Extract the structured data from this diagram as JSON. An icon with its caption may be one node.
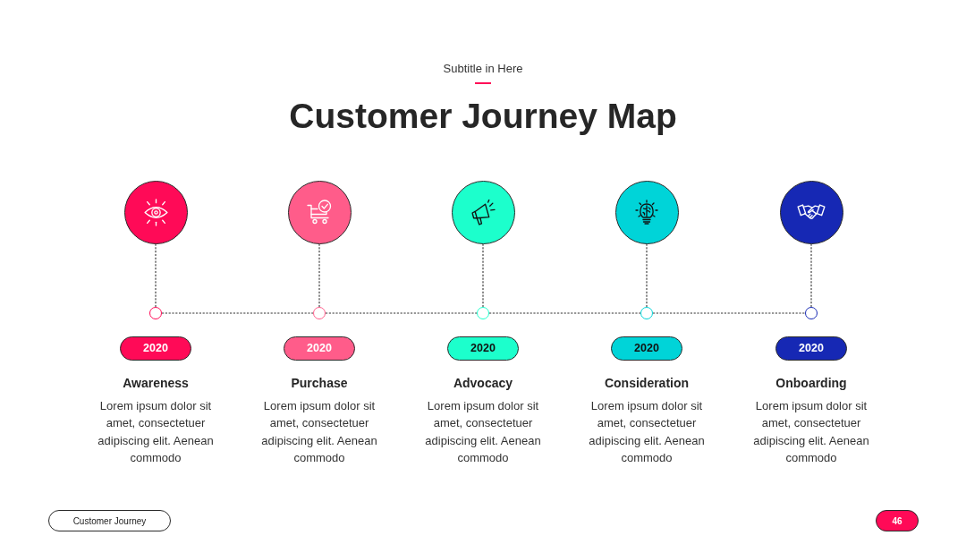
{
  "diagram": {
    "title": "Customer Journey Map",
    "nodes": [
      {
        "text": [],
        "shape": "circle"
      },
      {
        "text": [],
        "shape": "circle"
      },
      {
        "text": [],
        "shape": "circle"
      },
      {
        "text": [],
        "shape": "circle"
      },
      {
        "text": [],
        "shape": "circle"
      },
      {
        "text": [],
        "shape": "circle"
      },
      {
        "text": [],
        "shape": "circle"
      },
      {
        "text": [],
        "shape": "circle"
      },
      {
        "text": [],
        "shape": "circle"
      },
      {
        "text": [],
        "shape": "circle"
      },
      {
        "text": [
          "2020"
        ],
        "beside": [
          "Awareness",
          "Lorem ipsum dolor sit amet, consectetuer adipiscing elit. Aenean commodo"
        ]
      },
      {
        "text": [
          "2020"
        ],
        "beside": [
          "Purchase",
          "Lorem ipsum dolor sit amet, consectetuer adipiscing elit. Aenean commodo"
        ]
      },
      {
        "text": [
          "2020"
        ],
        "beside": [
          "Advocacy",
          "Lorem ipsum dolor sit amet, consectetuer adipiscing elit. Aenean commodo"
        ]
      },
      {
        "text": [
          "2020"
        ],
        "beside": [
          "Consideration",
          "Lorem ipsum dolor sit amet, consectetuer adipiscing elit. Aenean commodo"
        ]
      },
      {
        "text": [
          "2020"
        ],
        "beside": [
          "Onboarding",
          "Lorem ipsum dolor sit amet, consectetuer adipiscing elit. Aenean commodo"
        ]
      },
      {
        "text": [
          "Customer Journey"
        ]
      },
      {
        "text": [
          "46"
        ]
      }
    ],
    "edges": [
      {
        "from": 0,
        "to": 5,
        "arrow": "none",
        "style": "dashed"
      },
      {
        "from": 1,
        "to": 6,
        "arrow": "none",
        "style": "dashed"
      },
      {
        "from": 2,
        "to": 7,
        "arrow": "none",
        "style": "dashed"
      },
      {
        "from": 3,
        "to": 8,
        "arrow": "none",
        "style": "dashed"
      },
      {
        "from": 4,
        "to": 9,
        "arrow": "none",
        "style": "dashed"
      },
      {
        "from": 5,
        "to": 6,
        "arrow": "none",
        "style": "dashed"
      },
      {
        "from": 6,
        "to": 7,
        "arrow": "none",
        "style": "dashed"
      },
      {
        "from": 7,
        "to": 8,
        "arrow": "none",
        "style": "dashed"
      },
      {
        "from": 8,
        "to": 9,
        "arrow": "none",
        "style": "dashed"
      }
    ],
    "labels": [
      "Subtitle in Here"
    ]
  }
}
